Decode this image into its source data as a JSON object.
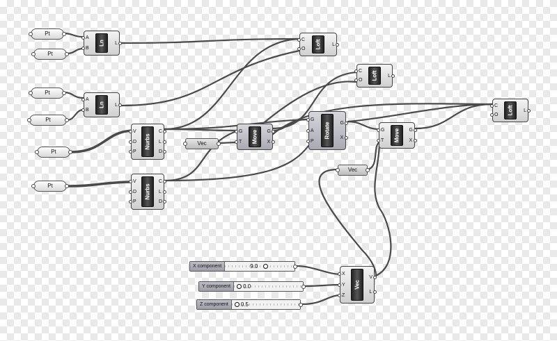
{
  "params": {
    "pt1": "Pt",
    "pt2": "Pt",
    "pt3": "Pt",
    "pt4": "Pt",
    "pt5": "Pt",
    "pt6": "Pt",
    "vec1": "Vec",
    "vec2": "Vec"
  },
  "components": {
    "ln1": {
      "name": "Ln",
      "inputs": [
        "A",
        "B"
      ],
      "outputs": [
        "L"
      ]
    },
    "ln2": {
      "name": "Ln",
      "inputs": [
        "A",
        "B"
      ],
      "outputs": [
        "L"
      ]
    },
    "loft1": {
      "name": "Loft",
      "inputs": [
        "C",
        "O"
      ],
      "outputs": [
        "L"
      ]
    },
    "loft2": {
      "name": "Loft",
      "inputs": [
        "C",
        "O"
      ],
      "outputs": [
        "L"
      ]
    },
    "loft3": {
      "name": "Loft",
      "inputs": [
        "C",
        "O"
      ],
      "outputs": [
        "L"
      ]
    },
    "nurbs1": {
      "name": "Nurbs",
      "inputs": [
        "V",
        "D",
        "P"
      ],
      "outputs": [
        "C",
        "L",
        "D"
      ]
    },
    "nurbs2": {
      "name": "Nurbs",
      "inputs": [
        "V",
        "D",
        "P"
      ],
      "outputs": [
        "C",
        "L",
        "D"
      ]
    },
    "move1": {
      "name": "Move",
      "inputs": [
        "G",
        "T"
      ],
      "outputs": [
        "G",
        "X"
      ]
    },
    "move2": {
      "name": "Move",
      "inputs": [
        "G",
        "T"
      ],
      "outputs": [
        "G",
        "X"
      ]
    },
    "rotate": {
      "name": "Rotate",
      "inputs": [
        "G",
        "A",
        "P"
      ],
      "outputs": [
        "G",
        "X"
      ]
    },
    "vec": {
      "name": "Vec",
      "inputs": [
        "X",
        "Y",
        "Z"
      ],
      "outputs": [
        "V",
        "L"
      ]
    }
  },
  "sliders": [
    {
      "label": "X component",
      "value": "9.0",
      "fraction": 0.5
    },
    {
      "label": "Y component",
      "value": "0.0",
      "fraction": 0.0
    },
    {
      "label": "Z component",
      "value": "0.5",
      "fraction": 0.0
    }
  ]
}
